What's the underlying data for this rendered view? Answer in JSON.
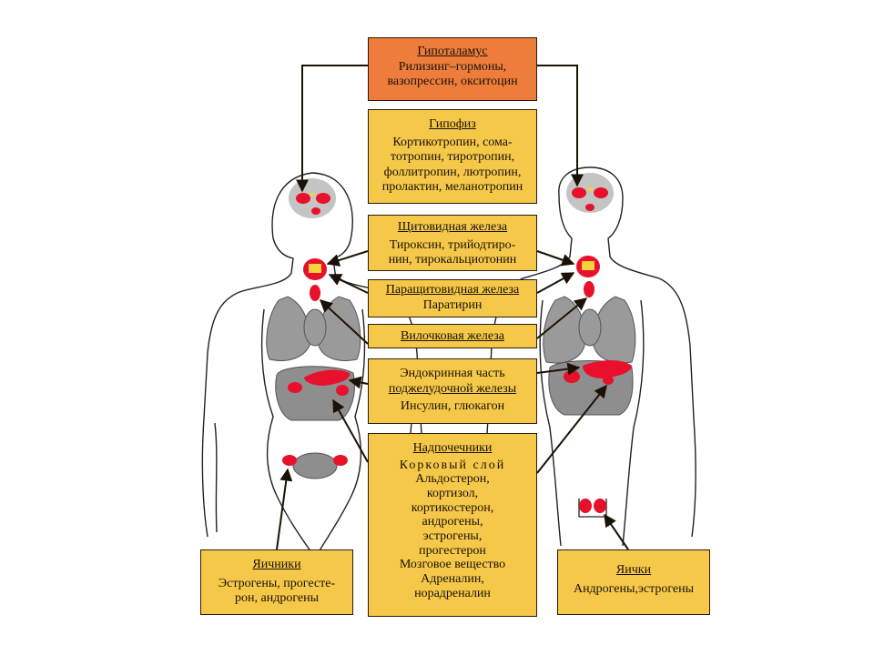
{
  "boxes": {
    "hypothalamus": {
      "title": "Гипоталамус",
      "lines": [
        "Рилизинг–гормоны,",
        "вазопрессин, окситоцин"
      ]
    },
    "pituitary": {
      "title": "Гипофиз",
      "lines": [
        "Кортикотропин, сома-",
        "тотропин, тиротропин,",
        "фоллитропин, лютропин,",
        "пролактин, меланотропин"
      ]
    },
    "thyroid": {
      "title": "Щитовидная железа",
      "lines": [
        "Тироксин, трийодтиро-",
        "нин, тирокальциотонин"
      ]
    },
    "parathyroid": {
      "title": "Паращитовидная железа",
      "lines": [
        "Паратирин"
      ]
    },
    "thymus": {
      "title": "Вилочковая железа",
      "lines": []
    },
    "pancreas": {
      "title_line1": "Эндокринная часть",
      "title_line2": "поджелудочной железы",
      "lines": [
        "Инсулин, глюкагон"
      ]
    },
    "adrenals": {
      "title": "Надпочечники",
      "cortex": "Корковый слой",
      "cortex_lines": [
        "Альдостерон,",
        "кортизол,",
        "кортикостерон,",
        "андрогены,",
        "эстрогены,",
        "прогестерон"
      ],
      "medulla": "Мозговое вещество",
      "medulla_lines": [
        "Адреналин,",
        "норадреналин"
      ]
    },
    "ovaries": {
      "title": "Яичники",
      "lines": [
        "Эстрогены, прогесте-",
        "рон, андрогены"
      ]
    },
    "testes": {
      "title": "Яички",
      "lines": [
        "Андрогены,эстрогены"
      ]
    }
  },
  "colors": {
    "box_fill": "#f6c84a",
    "hypothalamus_fill": "#ee7d3c",
    "gland_red": "#e8102a",
    "organ_gray": "#9a9a9a",
    "outline": "#2a1d0a"
  }
}
